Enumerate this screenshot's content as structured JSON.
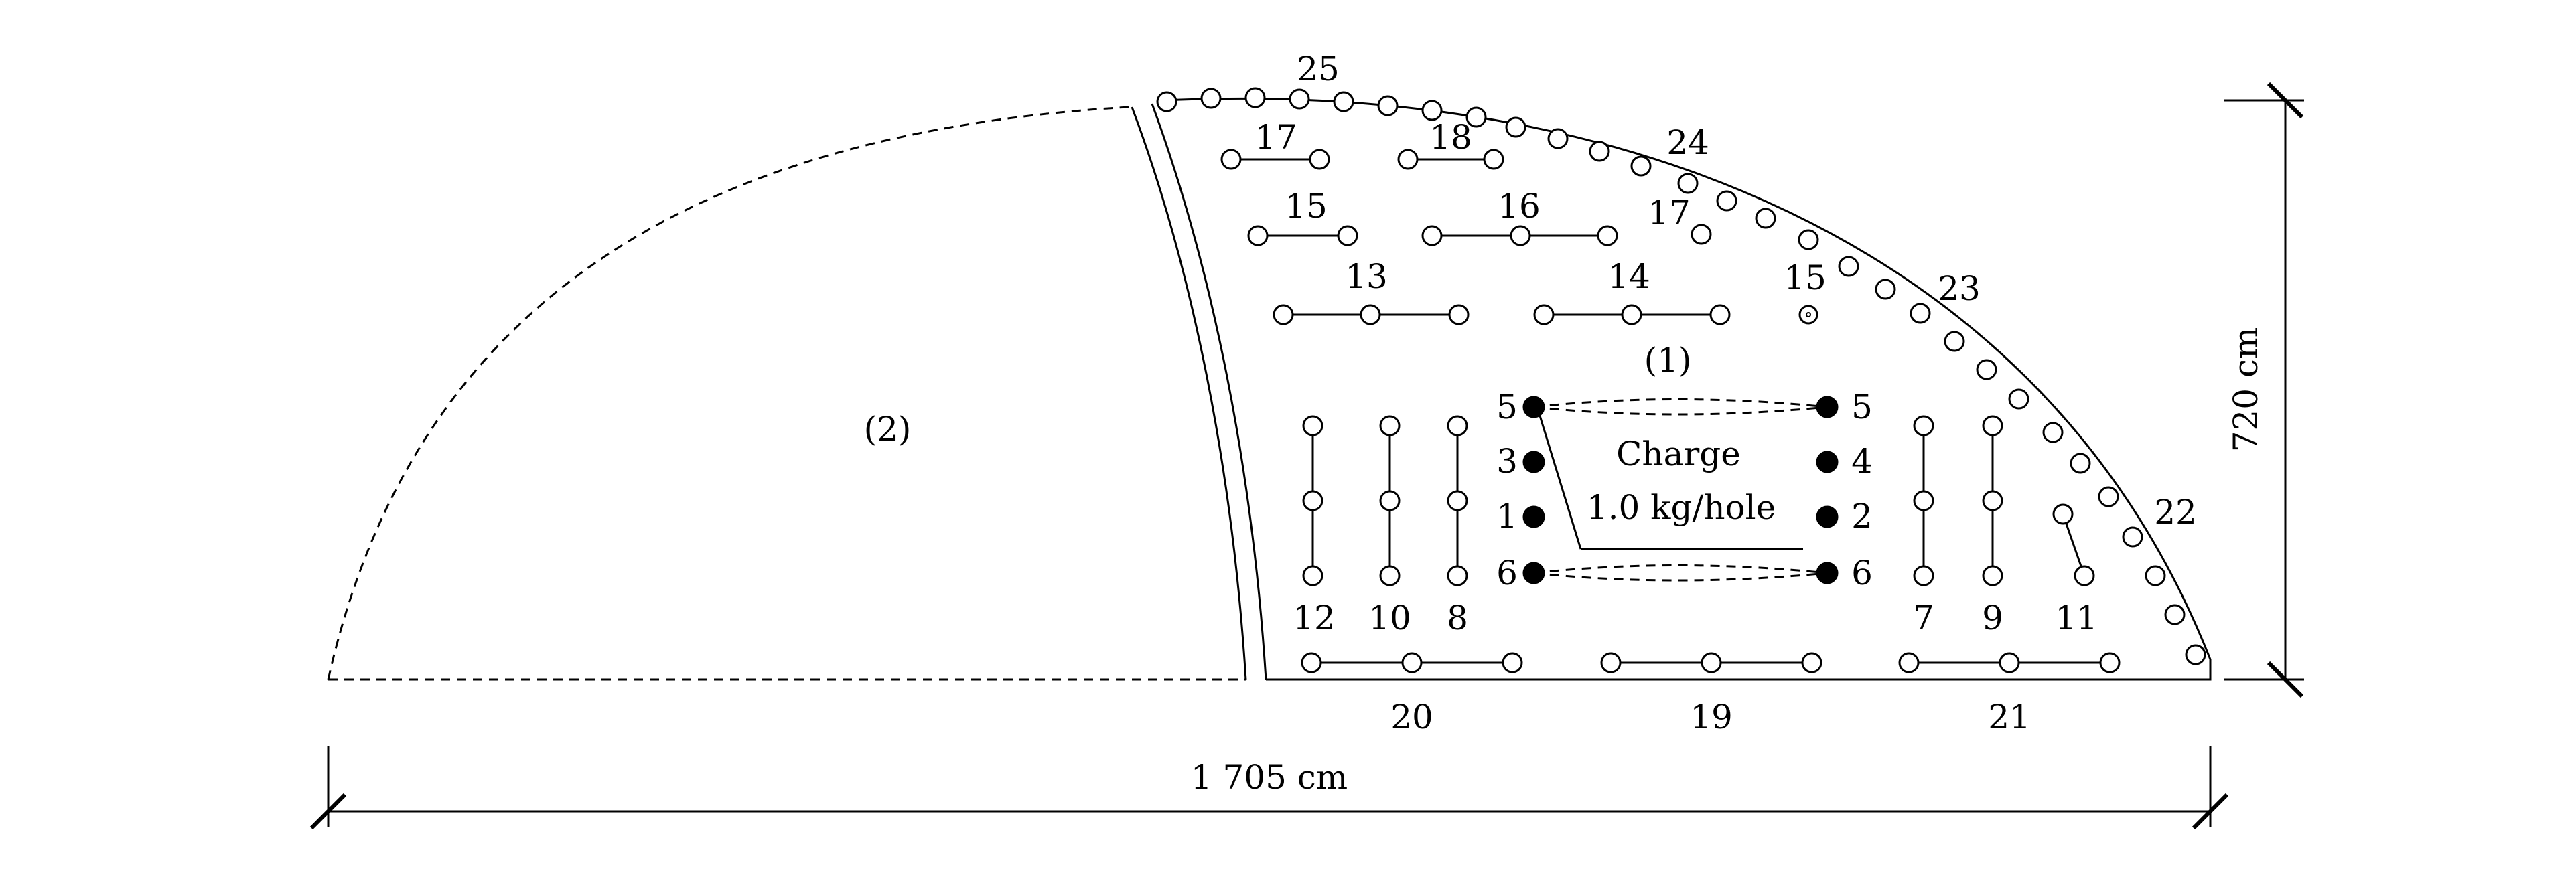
{
  "diagram": {
    "region_left_label": "(2)",
    "region_right_label": "(1)",
    "width_dimension": "1 705 cm",
    "height_dimension": "720 cm",
    "charge_label_line1": "Charge",
    "charge_label_line2": "1.0 kg/hole",
    "hole_fill_charged": "#000000",
    "hole_fill_empty": "#ffffff",
    "row_labels": {
      "r25": "25",
      "r24": "24",
      "r23": "23",
      "r22": "22",
      "r17a": "17",
      "r18": "18",
      "r17b": "17",
      "r15a": "15",
      "r16": "16",
      "r15b": "15",
      "r13": "13",
      "r14": "14",
      "r12": "12",
      "r10": "10",
      "r8": "8",
      "r7": "7",
      "r9": "9",
      "r11": "11",
      "r20": "20",
      "r19": "19",
      "r21": "21"
    },
    "charge_hole_labels": {
      "c5l": "5",
      "c3": "3",
      "c1": "1",
      "c6l": "6",
      "c5r": "5",
      "c4": "4",
      "c2": "2",
      "c6r": "6"
    }
  }
}
